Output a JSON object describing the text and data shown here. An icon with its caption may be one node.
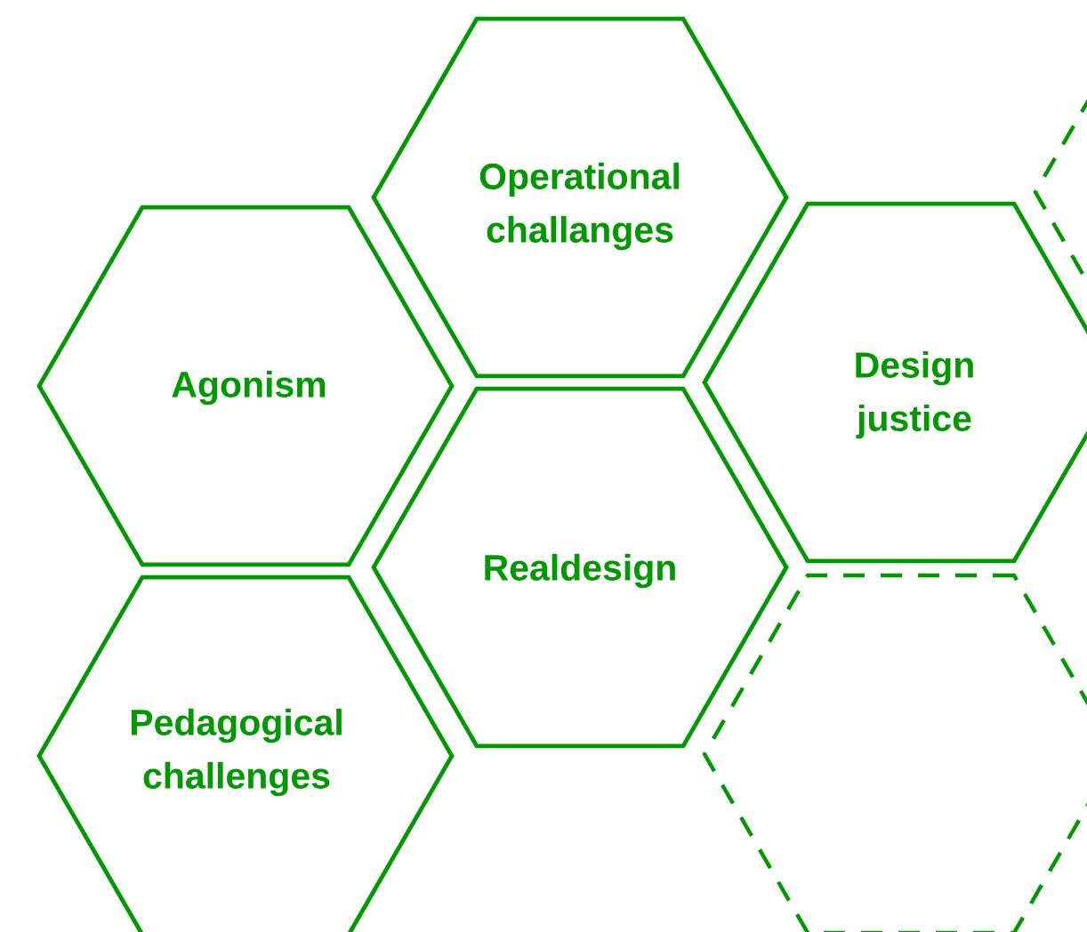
{
  "diagram": {
    "nodes": [
      {
        "text": [
          "Operational challanges"
        ]
      },
      {
        "text": [
          "Agonism"
        ]
      },
      {
        "text": [
          "Design justice"
        ]
      },
      {
        "text": [
          "Realdesign"
        ]
      },
      {
        "text": [
          "Pedagogical challenges"
        ]
      },
      {
        "text": [],
        "shape": "hexagon"
      },
      {
        "text": [],
        "shape": "hexagon"
      }
    ]
  }
}
